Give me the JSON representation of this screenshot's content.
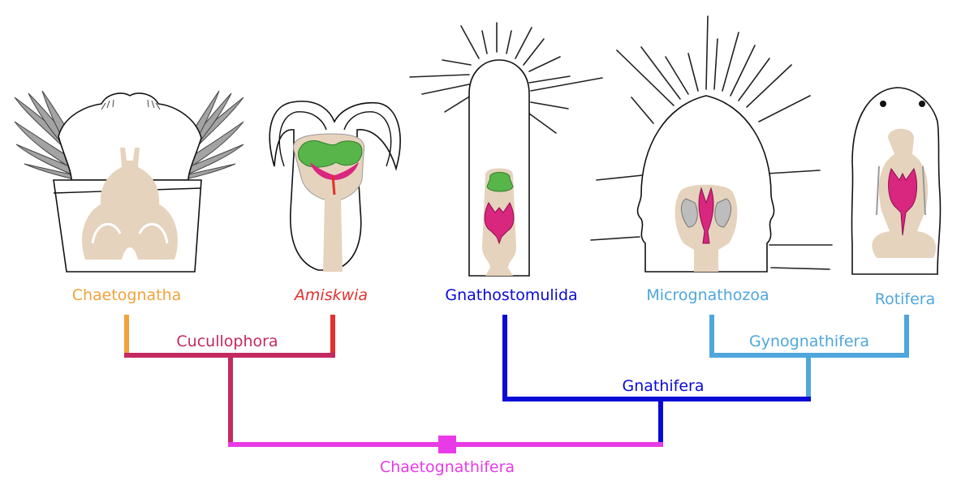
{
  "taxa": {
    "chaetognatha": {
      "label": "Chaetognatha",
      "color": "#f0a33b"
    },
    "amiskwia": {
      "label": "Amiskwia",
      "color": "#e2312c"
    },
    "gnathostomulida": {
      "label": "Gnathostomulida",
      "color": "#0a0ad6"
    },
    "micrognathozoa": {
      "label": "Micrognathozoa",
      "color": "#4fa6dc"
    },
    "rotifera": {
      "label": "Rotifera",
      "color": "#4fa6dc"
    }
  },
  "clades": {
    "cucullophora": {
      "label": "Cucullophora",
      "color": "#c4295f"
    },
    "gynognathifera": {
      "label": "Gynognathifera",
      "color": "#4fa6dc"
    },
    "gnathifera": {
      "label": "Gnathifera",
      "color": "#0a0ad6"
    },
    "chaetognathifera": {
      "label": "Chaetognathifera",
      "color": "#e83ae6"
    }
  },
  "colors": {
    "outline": "#111111",
    "tissue": "#e6d3bd",
    "jaw_pink": "#d9267f",
    "jaw_green": "#58b549",
    "spine_gray": "#9a9a9a",
    "hard_gray": "#b8b8b8"
  }
}
